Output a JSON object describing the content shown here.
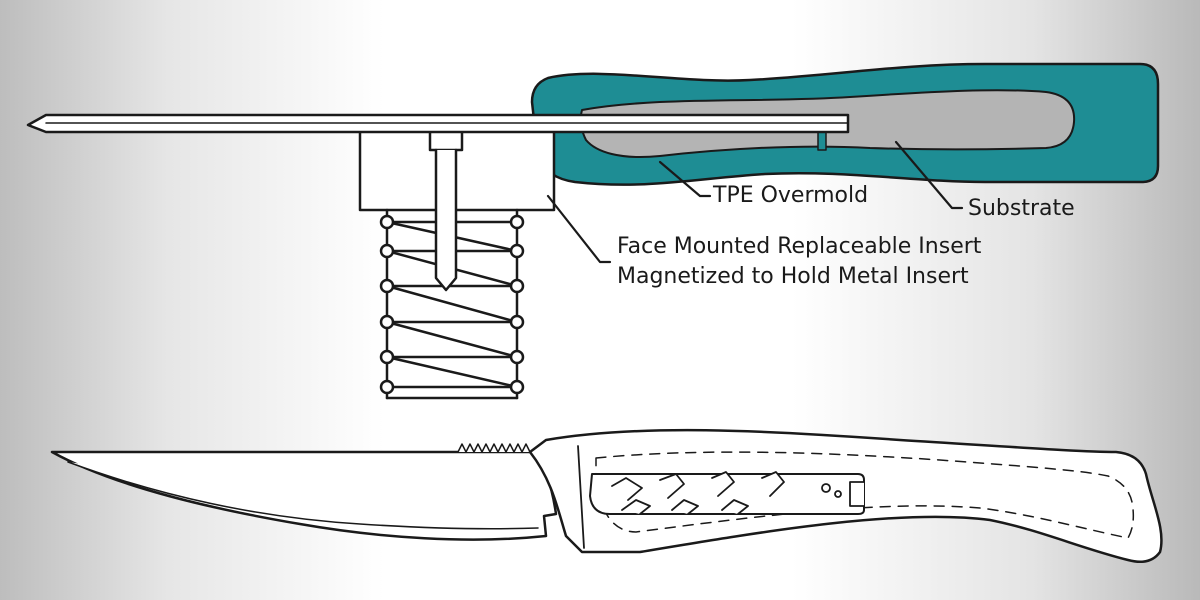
{
  "labels": {
    "tpe_overmold": "TPE Overmold",
    "substrate": "Substrate",
    "insert_line1": "Face Mounted Replaceable Insert",
    "insert_line2": "Magnetized to Hold Metal Insert"
  },
  "colors": {
    "overmold": "#1e8d94",
    "substrate": "#b4b4b4",
    "outline": "#1a1a1a",
    "fill": "#ffffff"
  }
}
